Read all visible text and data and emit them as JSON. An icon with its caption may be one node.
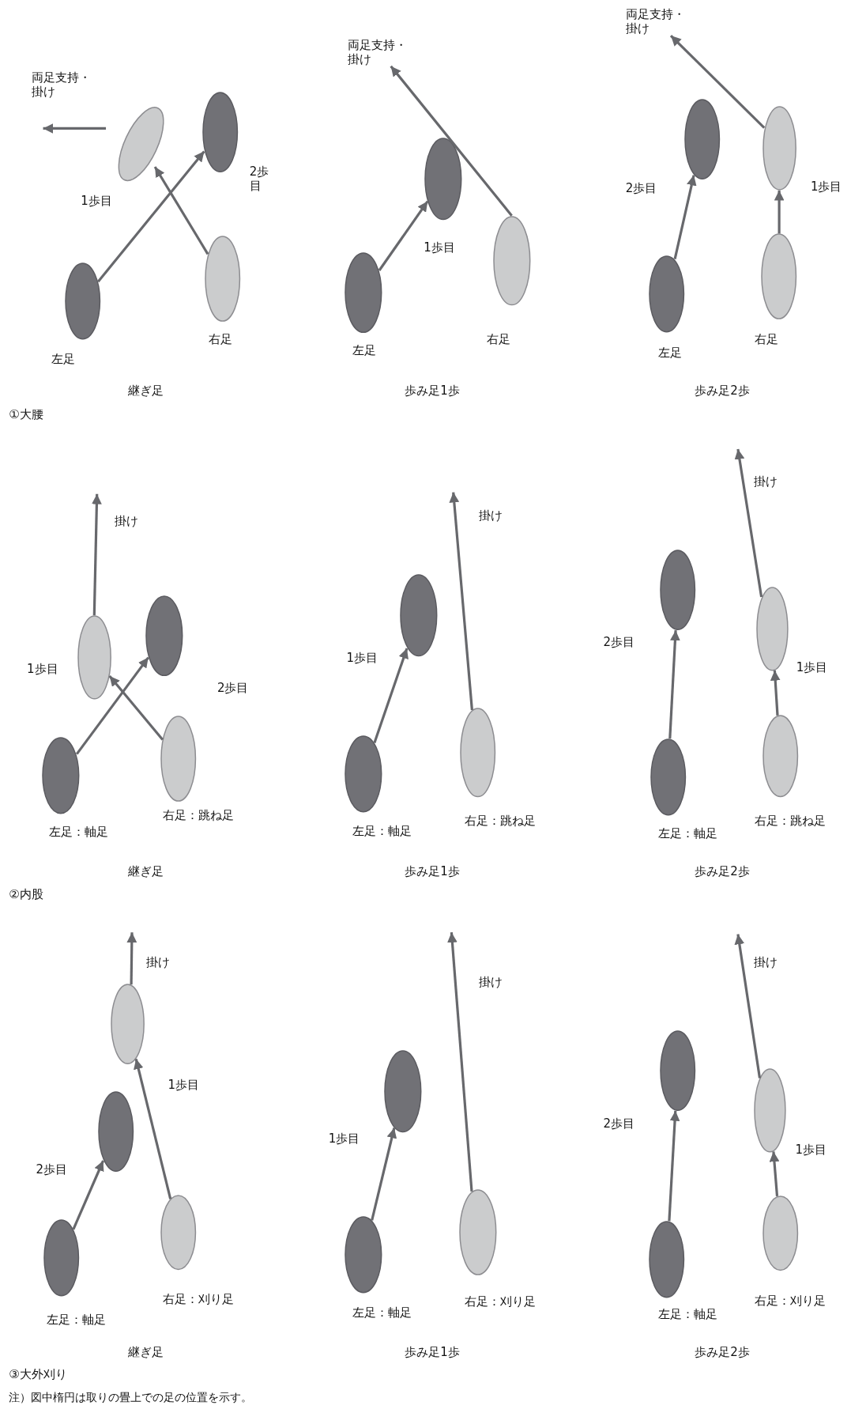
{
  "diagram": {
    "nodes": [
      {
        "text": [],
        "shape": "ellipse"
      },
      {
        "text": [],
        "shape": "ellipse"
      },
      {
        "text": [],
        "shape": "ellipse"
      },
      {
        "text": [],
        "shape": "ellipse"
      },
      {
        "text": [],
        "shape": "ellipse"
      },
      {
        "text": [],
        "shape": "ellipse"
      },
      {
        "text": [],
        "shape": "ellipse"
      },
      {
        "text": [],
        "shape": "ellipse"
      },
      {
        "text": [],
        "shape": "ellipse"
      },
      {
        "text": [],
        "shape": "ellipse"
      },
      {
        "text": [],
        "shape": "ellipse"
      },
      {
        "text": [],
        "shape": "ellipse"
      },
      {
        "text": [],
        "shape": "ellipse"
      },
      {
        "text": [],
        "shape": "ellipse"
      },
      {
        "text": [],
        "shape": "ellipse"
      },
      {
        "text": [],
        "shape": "ellipse"
      },
      {
        "text": [],
        "shape": "ellipse"
      },
      {
        "text": [],
        "shape": "ellipse"
      },
      {
        "text": [],
        "shape": "ellipse"
      },
      {
        "text": [],
        "shape": "ellipse"
      },
      {
        "text": [],
        "shape": "ellipse"
      },
      {
        "text": [],
        "shape": "ellipse"
      },
      {
        "text": [],
        "shape": "ellipse"
      },
      {
        "text": [],
        "shape": "ellipse"
      },
      {
        "text": [],
        "shape": "ellipse"
      },
      {
        "text": [],
        "shape": "ellipse"
      },
      {
        "text": [],
        "shape": "ellipse"
      },
      {
        "text": [],
        "shape": "ellipse"
      },
      {
        "text": [],
        "shape": "ellipse"
      },
      {
        "text": [],
        "shape": "ellipse"
      },
      {
        "text": [],
        "shape": "ellipse"
      },
      {
        "text": [],
        "shape": "ellipse"
      },
      {
        "text": [],
        "shape": "ellipse"
      },
      {
        "text": [
          "両足支持・掛け"
        ]
      },
      {
        "text": [
          "両足支持・掛け"
        ]
      }
    ],
    "edges": [
      {
        "from": 2,
        "to": 1,
        "arrow": "to"
      },
      {
        "from": 3,
        "to": 0,
        "arrow": "to"
      },
      {
        "from": 5,
        "to": 4,
        "arrow": "to"
      },
      {
        "from": 6,
        "to": 33,
        "arrow": "to"
      },
      {
        "from": 9,
        "to": 7,
        "arrow": "to"
      },
      {
        "from": 10,
        "to": 8,
        "arrow": "to"
      },
      {
        "from": 8,
        "to": 34,
        "arrow": "to"
      },
      {
        "from": 13,
        "to": 12,
        "arrow": "to"
      },
      {
        "from": 14,
        "to": 11,
        "arrow": "to"
      },
      {
        "from": 11,
        "to": null,
        "arrow": "to"
      },
      {
        "from": 16,
        "to": 15,
        "arrow": "to"
      },
      {
        "from": 17,
        "to": null,
        "arrow": "to"
      },
      {
        "from": 20,
        "to": 18,
        "arrow": "to"
      },
      {
        "from": 21,
        "to": 19,
        "arrow": "to"
      },
      {
        "from": 19,
        "to": null,
        "arrow": "to"
      },
      {
        "from": 24,
        "to": 23,
        "arrow": "to"
      },
      {
        "from": 25,
        "to": 22,
        "arrow": "to"
      },
      {
        "from": 22,
        "to": null,
        "arrow": "to"
      },
      {
        "from": 27,
        "to": 26,
        "arrow": "to"
      },
      {
        "from": 28,
        "to": null,
        "arrow": "to"
      },
      {
        "from": 31,
        "to": 29,
        "arrow": "to"
      },
      {
        "from": 32,
        "to": 30,
        "arrow": "to"
      },
      {
        "from": 30,
        "to": null,
        "arrow": "to"
      }
    ],
    "labels": [
      "両足支持・掛け",
      "1歩目",
      "2歩目",
      "左足",
      "右足",
      "継ぎ足",
      "①大腰",
      "1歩目",
      "左足",
      "右足",
      "歩み足1歩",
      "2歩目",
      "1歩目",
      "左足",
      "右足",
      "歩み足2歩",
      "掛け",
      "1歩目",
      "2歩目",
      "左足：軸足",
      "右足：跳ね足",
      "継ぎ足",
      "②内股",
      "掛け",
      "1歩目",
      "左足：軸足",
      "右足：跳ね足",
      "歩み足1歩",
      "掛け",
      "2歩目",
      "1歩目",
      "左足：軸足",
      "右足：跳ね足",
      "歩み足2歩",
      "掛け",
      "1歩目",
      "2歩目",
      "左足：軸足",
      "右足：刈り足",
      "継ぎ足",
      "③大外刈り",
      "掛け",
      "1歩目",
      "左足：軸足",
      "右足：刈り足",
      "歩み足1歩",
      "掛け",
      "2歩目",
      "1歩目",
      "左足：軸足",
      "右足：刈り足",
      "歩み足2歩",
      "注）図中楕円は取りの畳上での足の位置を示す。"
    ]
  }
}
